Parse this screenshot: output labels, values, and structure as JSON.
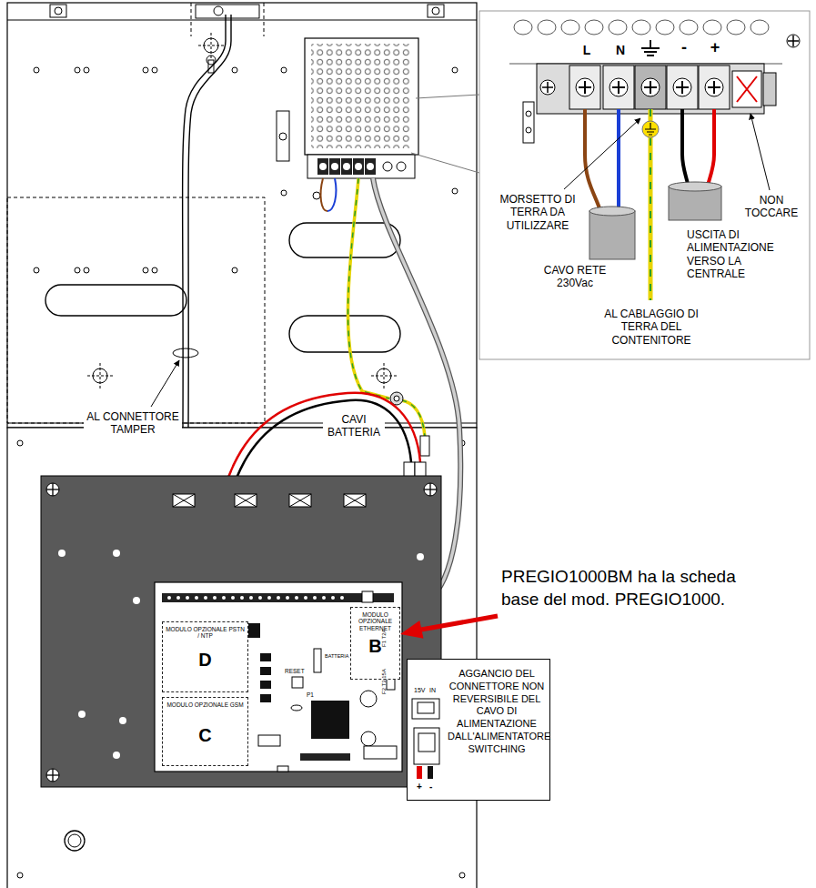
{
  "diagram": {
    "nodes": [
      {
        "text": [
          "MODULO OPZIONALE PSTN / NTP",
          "D"
        ]
      },
      {
        "text": [
          "MODULO OPZIONALE ETHERNET",
          "B"
        ]
      },
      {
        "text": [
          "MODULO OPZIONALE GSM",
          "C"
        ]
      },
      {
        "text": [
          "AGGANCIO DEL CONNETTORE NON REVERSIBILE DEL CAVO DI ALIMENTAZIONE DALL'ALIMENTATORE SWITCHING",
          "15V",
          "IN",
          "+",
          "-"
        ]
      }
    ],
    "labels": [
      "L",
      "N",
      "-",
      "+",
      "MORSETTO DI TERRA DA UTILIZZARE",
      "CAVO RETE 230Vac",
      "AL CABLAGGIO DI TERRA DEL CONTENITORE",
      "USCITA DI ALIMENTAZIONE VERSO LA CENTRALE",
      "NON TOCCARE",
      "AL CONNETTORE TAMPER",
      "CAVI BATTERIA",
      "PREGIO1000BM ha la scheda base del mod. PREGIO1000.",
      "RESET",
      "P1",
      "BATTERIA",
      "F1 T2A",
      "F2 T3,15A"
    ]
  }
}
